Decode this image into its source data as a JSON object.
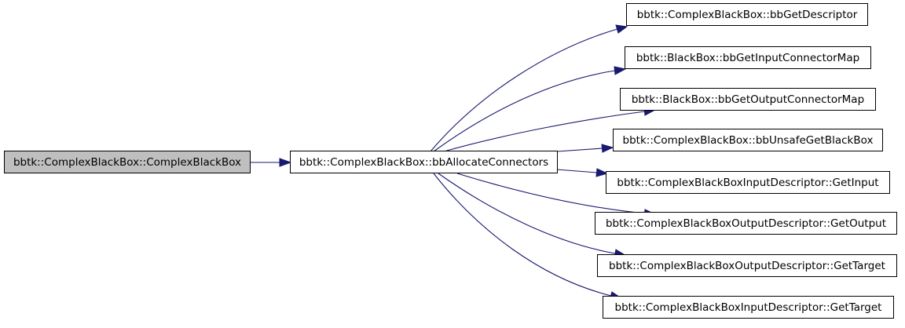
{
  "graph": {
    "root": {
      "label": "bbtk::ComplexBlackBox::ComplexBlackBox"
    },
    "middle": {
      "label": "bbtk::ComplexBlackBox::bbAllocateConnectors"
    },
    "callees": [
      {
        "label": "bbtk::ComplexBlackBox::bbGetDescriptor"
      },
      {
        "label": "bbtk::BlackBox::bbGetInputConnectorMap"
      },
      {
        "label": "bbtk::BlackBox::bbGetOutputConnectorMap"
      },
      {
        "label": "bbtk::ComplexBlackBox::bbUnsafeGetBlackBox"
      },
      {
        "label": "bbtk::ComplexBlackBoxInputDescriptor::GetInput"
      },
      {
        "label": "bbtk::ComplexBlackBoxOutputDescriptor::GetOutput"
      },
      {
        "label": "bbtk::ComplexBlackBoxOutputDescriptor::GetTarget"
      },
      {
        "label": "bbtk::ComplexBlackBoxInputDescriptor::GetTarget"
      }
    ],
    "colors": {
      "edge": "#191970",
      "root_fill": "#bfbfbf",
      "node_fill": "#ffffff",
      "border": "#000000"
    }
  }
}
